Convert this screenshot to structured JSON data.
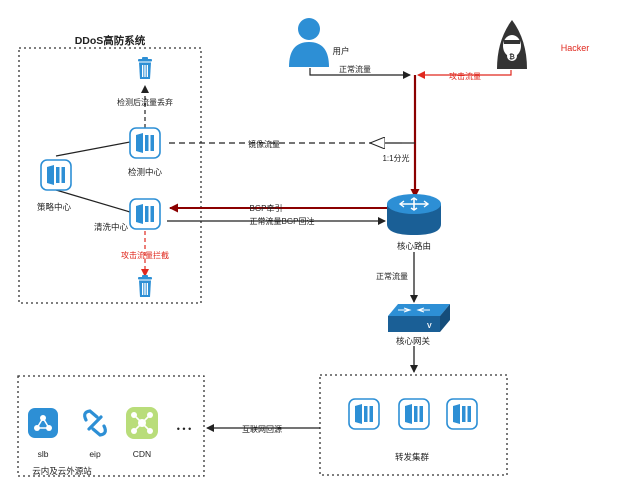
{
  "ddos_box": {
    "title": "DDoS高防系统"
  },
  "nodes": {
    "user": "用户",
    "hacker": "Hacker",
    "detect_center": "检测中心",
    "strategy_center": "策略中心",
    "clean_center": "清洗中心",
    "core_router": "核心路由",
    "core_gateway": "核心网关",
    "forward_cluster": "转发集群",
    "origin_group": "云内及云外源站"
  },
  "origin_items": [
    "slb",
    "eip",
    "CDN"
  ],
  "origin_more": "• • •",
  "edges": {
    "normal_traffic_top": "正常流量",
    "attack_traffic": "攻击流量",
    "mirror_traffic": "镜像流量",
    "split_ratio": "1:1分光",
    "bgp_pull": "BGP牵引",
    "bgp_reinject": "正常流量BGP回注",
    "drop_after_detect": "检测后流量丢弃",
    "attack_intercept": "攻击流量拦截",
    "normal_traffic_router": "正常流量",
    "internet_back": "互联网回源"
  },
  "colors": {
    "icon_blue": "#2d8fd5",
    "icon_dark": "#1a5f96",
    "attack_red": "#c0392b",
    "dark_red": "#8b0000",
    "hacker_text": "#e0281e",
    "line_gray": "#333333"
  }
}
